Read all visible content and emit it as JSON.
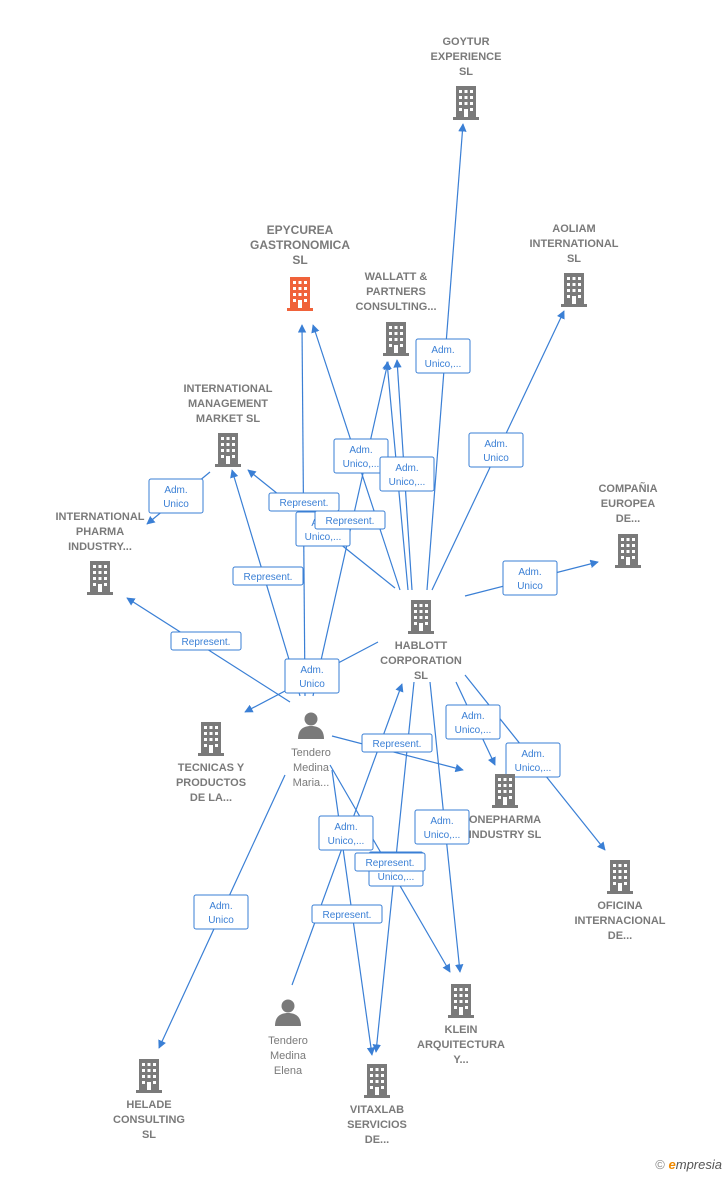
{
  "colors": {
    "edge": "#3a7fd5",
    "company": "#7a7a7a",
    "highlight": "#f0623a",
    "label": "#7a7a7a"
  },
  "nodes": [
    {
      "id": "goytur",
      "type": "company",
      "lines": [
        "GOYTUR",
        "EXPERIENCE",
        "SL"
      ]
    },
    {
      "id": "aoliam",
      "type": "company",
      "lines": [
        "AOLIAM",
        "INTERNATIONAL",
        "SL"
      ]
    },
    {
      "id": "epycurea",
      "type": "company",
      "highlight": true,
      "lines": [
        "EPYCUREA",
        "GASTRONOMICA",
        "SL"
      ]
    },
    {
      "id": "wallatt",
      "type": "company",
      "lines": [
        "WALLATT &",
        "PARTNERS",
        "CONSULTING..."
      ]
    },
    {
      "id": "imm",
      "type": "company",
      "lines": [
        "INTERNATIONAL",
        "MANAGEMENT",
        "MARKET  SL"
      ]
    },
    {
      "id": "compania",
      "type": "company",
      "lines": [
        "COMPAÑIA",
        "EUROPEA",
        "DE..."
      ]
    },
    {
      "id": "ipi",
      "type": "company",
      "lines": [
        "INTERNATIONAL",
        "PHARMA",
        "INDUSTRY..."
      ]
    },
    {
      "id": "hablott",
      "type": "company",
      "lines": [
        "HABLOTT",
        "CORPORATION",
        "SL"
      ]
    },
    {
      "id": "tecnicas",
      "type": "company",
      "lines": [
        "TECNICAS Y",
        "PRODUCTOS",
        "DE LA..."
      ]
    },
    {
      "id": "tmaria",
      "type": "person",
      "lines": [
        "Tendero",
        "Medina",
        "Maria..."
      ]
    },
    {
      "id": "onepharma",
      "type": "company",
      "lines": [
        "ONEPHARMA",
        "INDUSTRY  SL"
      ]
    },
    {
      "id": "oficina",
      "type": "company",
      "lines": [
        "OFICINA",
        "INTERNACIONAL",
        "DE..."
      ]
    },
    {
      "id": "telena",
      "type": "person",
      "lines": [
        "Tendero",
        "Medina",
        "Elena"
      ]
    },
    {
      "id": "klein",
      "type": "company",
      "lines": [
        "KLEIN",
        "ARQUITECTURA",
        "Y..."
      ]
    },
    {
      "id": "helade",
      "type": "company",
      "lines": [
        "HELADE",
        "CONSULTING",
        "SL"
      ]
    },
    {
      "id": "vitaxlab",
      "type": "company",
      "lines": [
        "VITAXLAB",
        "SERVICIOS",
        "DE..."
      ]
    }
  ],
  "badges": [
    {
      "id": "b1",
      "lines": [
        "Adm.",
        "Unico,..."
      ]
    },
    {
      "id": "b2",
      "lines": [
        "Adm.",
        "Unico"
      ]
    },
    {
      "id": "b3",
      "lines": [
        "Adm.",
        "Unico,..."
      ]
    },
    {
      "id": "b4",
      "lines": [
        "Adm.",
        "Unico,..."
      ]
    },
    {
      "id": "b5",
      "lines": [
        "Adm.",
        "Unico"
      ]
    },
    {
      "id": "b6",
      "lines": [
        "Represent."
      ]
    },
    {
      "id": "b7",
      "lines": [
        "Adm.",
        "Unico,..."
      ]
    },
    {
      "id": "b8",
      "lines": [
        "Represent."
      ]
    },
    {
      "id": "b9",
      "lines": [
        "Represent."
      ]
    },
    {
      "id": "b10",
      "lines": [
        "Adm.",
        "Unico"
      ]
    },
    {
      "id": "b11",
      "lines": [
        "Represent."
      ]
    },
    {
      "id": "b12",
      "lines": [
        "Adm.",
        "Unico"
      ]
    },
    {
      "id": "b13",
      "lines": [
        "Adm.",
        "Unico,..."
      ]
    },
    {
      "id": "b14",
      "lines": [
        "Represent."
      ]
    },
    {
      "id": "b15",
      "lines": [
        "Adm.",
        "Unico,..."
      ]
    },
    {
      "id": "b16",
      "lines": [
        "Adm.",
        "Unico,..."
      ]
    },
    {
      "id": "b17",
      "lines": [
        "Adm.",
        "Unico,..."
      ]
    },
    {
      "id": "b18",
      "lines": [
        "Adm.",
        "Unico,..."
      ]
    },
    {
      "id": "b19",
      "lines": [
        "Represent."
      ]
    },
    {
      "id": "b20",
      "lines": [
        "Adm.",
        "Unico"
      ]
    },
    {
      "id": "b21",
      "lines": [
        "Represent."
      ]
    }
  ],
  "watermark": {
    "symbol": "©",
    "brand_initial": "e",
    "brand_rest": "mpresia"
  }
}
